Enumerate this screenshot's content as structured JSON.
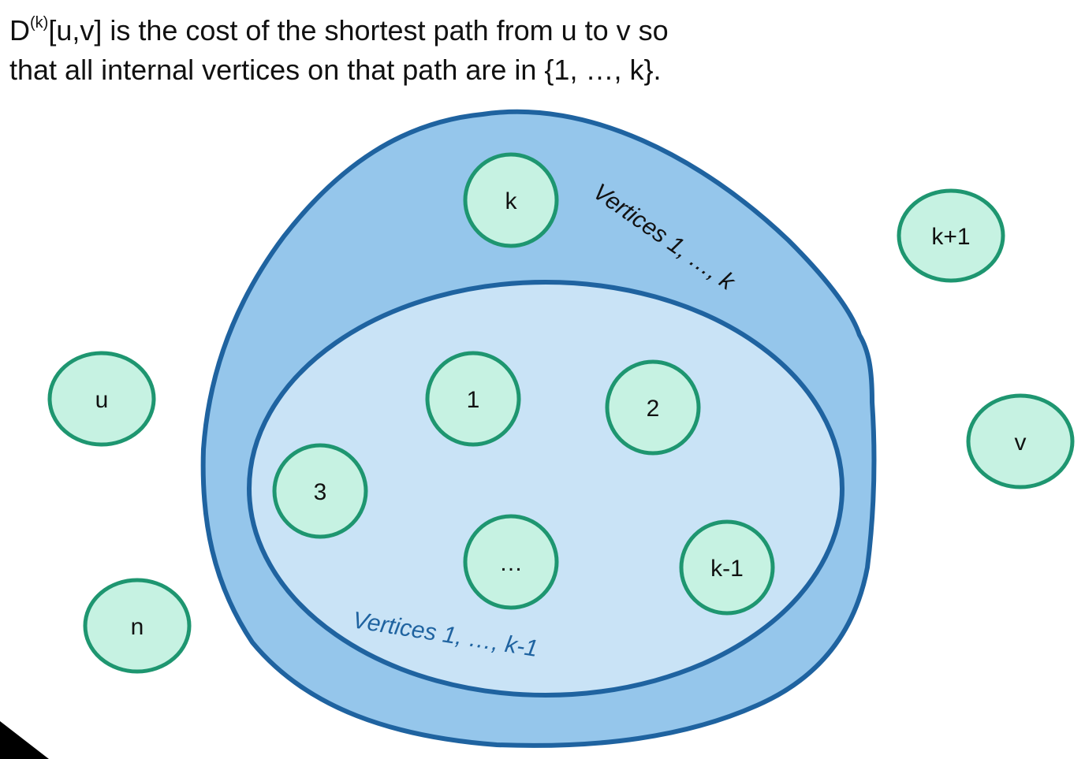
{
  "caption": {
    "line1_prefix": "D",
    "line1_sup": "(k)",
    "line1_rest": "[u,v] is the cost of the shortest path from u to v so",
    "line2": "that all internal vertices on that path are in {1, …, k}."
  },
  "sets": {
    "outer_label": "Vertices 1, …, k",
    "inner_label": "Vertices 1, …, k-1"
  },
  "nodes": {
    "k": "k",
    "k_plus_1": "k+1",
    "u": "u",
    "v": "v",
    "n": "n",
    "one": "1",
    "two": "2",
    "three": "3",
    "ellipsis": "…",
    "k_minus_1": "k-1"
  },
  "colors": {
    "outer_fill": "#95c6eb",
    "inner_fill": "#c9e3f6",
    "set_stroke": "#1f63a0",
    "node_fill": "#c6f2e2",
    "node_stroke": "#1e9670",
    "outer_label_color": "#111111",
    "inner_label_color": "#1f63a0"
  }
}
